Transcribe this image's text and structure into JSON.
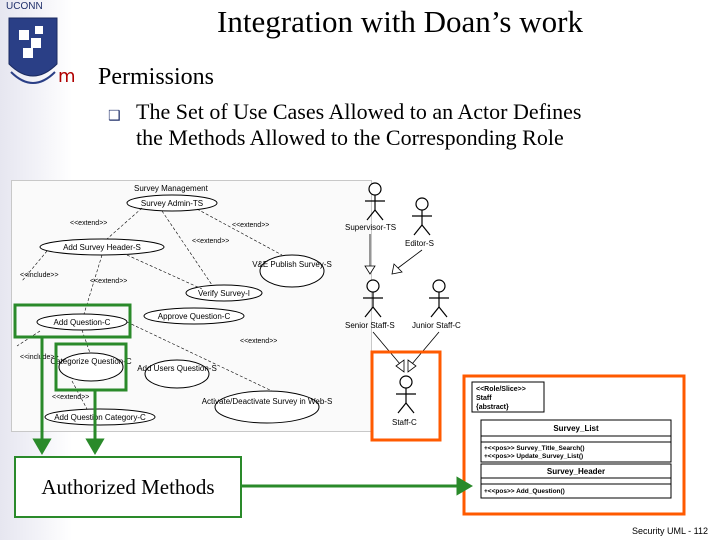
{
  "header": {
    "brand": "UCONN",
    "title": "Integration with Doan’s work"
  },
  "content": {
    "level1": "Permissions",
    "level2_line1": "The Set of Use Cases Allowed to an Actor Defines",
    "level2_line2": "the Methods Allowed to the Corresponding Role"
  },
  "usecase_diagram": {
    "package_label": "Survey Management",
    "use_cases": [
      "Survey Admin-TS",
      "Add Survey Header-S",
      "Verify Survey-I",
      "V&E Publish Survey-S",
      "Add Question-C",
      "Approve Question-C",
      "Categorize Question-C",
      "Add Users Question-S",
      "Add Question Category-C",
      "Activate/Deactivate Survey in Web-S"
    ],
    "stereotypes": [
      "<<extend>>",
      "<<extend>>",
      "<<extend>>",
      "<<extend>>",
      "<<include>>",
      "<<include>>",
      "<<extend>>",
      "<<extend>>"
    ]
  },
  "actors": {
    "names": [
      "Supervisor-TS",
      "Editor-S",
      "Senior Staff-S",
      "Junior Staff-C",
      "Staff-C"
    ]
  },
  "class_diagram": {
    "role_stereotype": "<<Role/Slice>>",
    "role_name": "Staff",
    "role_abstract": "{abstract}",
    "class1_name": "Survey_List",
    "class1_methods": [
      "+<<pos>> Survey_Title_Search()",
      "+<<pos>> Update_Survey_List()"
    ],
    "class2_name": "Survey_Header",
    "class2_methods": [
      "+<<pos>> Add_Question()"
    ]
  },
  "callout": {
    "label": "Authorized Methods"
  },
  "footer": {
    "text": "Security UML - 112"
  },
  "colors": {
    "highlight_green": "#2a8a2a",
    "highlight_orange": "#ff5a00",
    "bullet_red": "#b00000",
    "accent_navy": "#1f2f6a"
  }
}
